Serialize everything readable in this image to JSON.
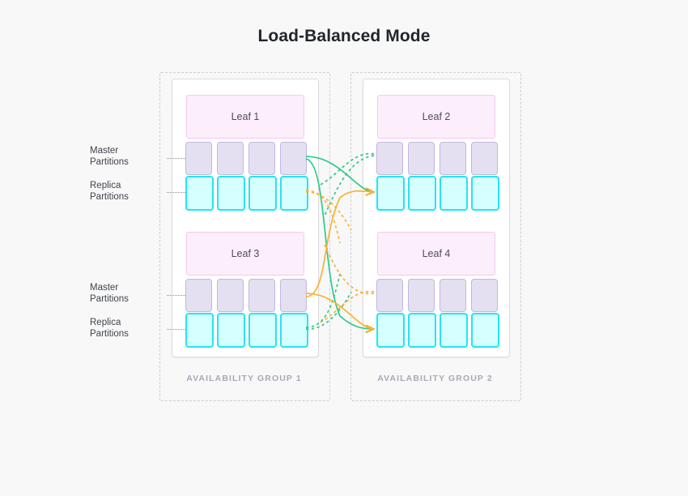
{
  "page": {
    "title": "Load-Balanced Mode",
    "background_color": "#f8f8f8",
    "title_color": "#22262b"
  },
  "colors": {
    "leaf_fill": "#fdeefb",
    "leaf_border": "#f8c8ee",
    "master_fill": "#e4e0f1",
    "master_border": "#c2b6e2",
    "replica_fill": "#d6ffff",
    "replica_border": "#25e4f2",
    "link_green": "#2ec98c",
    "link_orange": "#f9b233",
    "group_border": "#cfcfd4",
    "group_label": "#a9a8bb",
    "card_border": "#dcdcdf"
  },
  "side_labels": [
    {
      "id": "master-top",
      "line1": "Master",
      "line2": "Partitions"
    },
    {
      "id": "replica-top",
      "line1": "Replica",
      "line2": "Partitions"
    },
    {
      "id": "master-bottom",
      "line1": "Master",
      "line2": "Partitions"
    },
    {
      "id": "replica-bottom",
      "line1": "Replica",
      "line2": "Partitions"
    }
  ],
  "groups": [
    {
      "id": "availability-group-1",
      "label": "AVAILABILITY GROUP 1",
      "leaves": [
        {
          "id": "leaf-1",
          "label": "Leaf 1",
          "master_count": 4,
          "replica_count": 4
        },
        {
          "id": "leaf-3",
          "label": "Leaf 3",
          "master_count": 4,
          "replica_count": 4
        }
      ]
    },
    {
      "id": "availability-group-2",
      "label": "AVAILABILITY GROUP 2",
      "leaves": [
        {
          "id": "leaf-2",
          "label": "Leaf 2",
          "master_count": 4,
          "replica_count": 4
        },
        {
          "id": "leaf-4",
          "label": "Leaf 4",
          "master_count": 4,
          "replica_count": 4
        }
      ]
    }
  ],
  "links": {
    "description": "Replication links between availability groups",
    "styles": [
      "solid",
      "dashed"
    ],
    "green_source": "leaf-1-master-4",
    "green_targets": [
      "leaf-2-replica-1",
      "leaf-4-replica-1"
    ],
    "orange_source": "leaf-3-master-4",
    "orange_targets": [
      "leaf-2-replica-1",
      "leaf-4-replica-1"
    ]
  }
}
